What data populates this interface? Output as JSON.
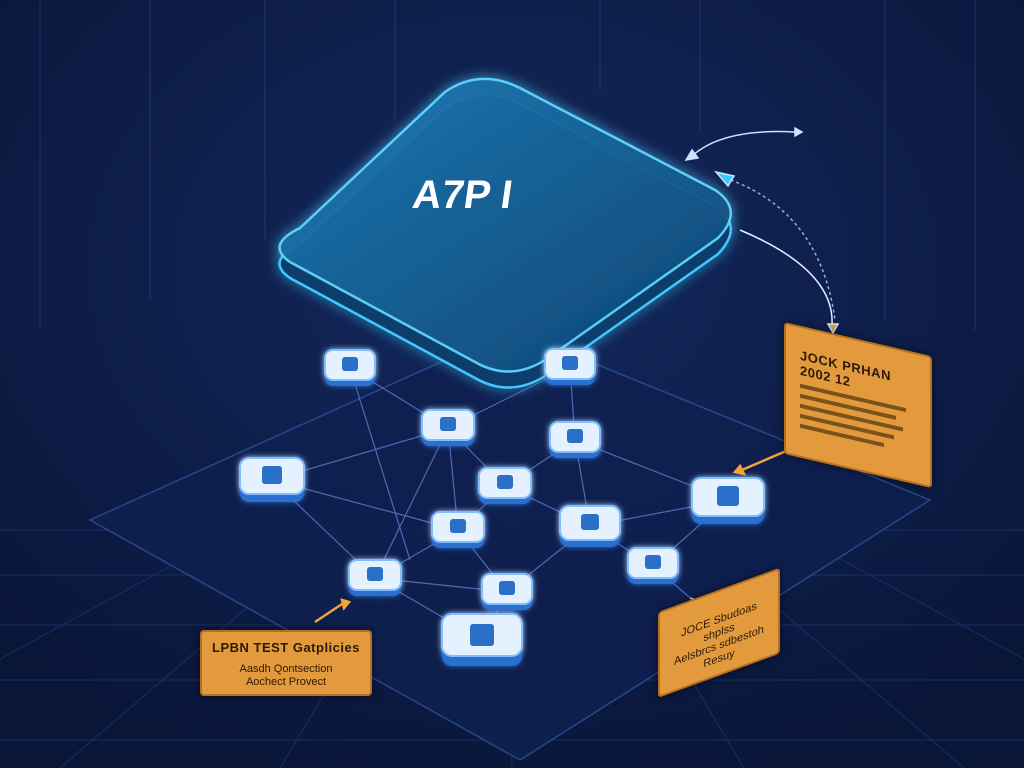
{
  "platform": {
    "label": "A7P  I"
  },
  "callouts": {
    "right": {
      "title": "JOCK PRHAN 2002 12",
      "line_count": 5
    },
    "left": {
      "title": "LPBN TEST Gatplicies",
      "lines": [
        "Aasdh  Qontsection",
        "Aochect Provect"
      ]
    },
    "bottom": {
      "lines": [
        "JOCE Sbudoas shplss",
        "Aelsbrcs sdbestoh",
        "Resuy"
      ]
    }
  },
  "colors": {
    "background": "#0b1a44",
    "platform_fill": "#15578f",
    "platform_glow": "#3fc8ff",
    "node_face": "#e6f1ff",
    "node_edge": "#7fbfff",
    "callout": "#e39a3c",
    "connector": "#f0a43a"
  },
  "icons": [
    "api-platform",
    "node-icon",
    "arrow-icon"
  ]
}
